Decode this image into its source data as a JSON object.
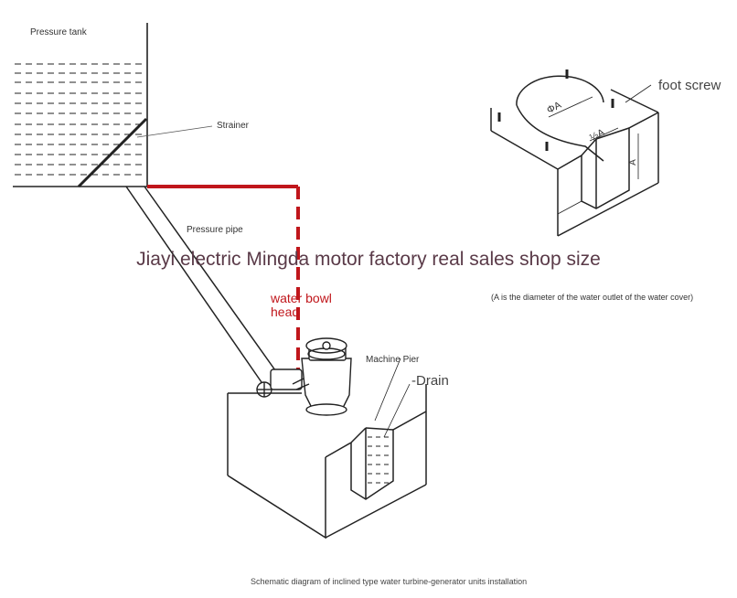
{
  "labels": {
    "pressure_tank": "Pressure tank",
    "strainer": "Strainer",
    "pressure_pipe": "Pressure pipe",
    "foot_screw": "foot screw",
    "water_bowl_head_line1": "water bowl",
    "water_bowl_head_line2": "head",
    "machine_pier": "Machine Pier",
    "drain": "-Drain",
    "dim_phiA": "ΦA",
    "dim_halfA": "½A",
    "dim_A": "A"
  },
  "banner": "Jiayi electric Mingda motor factory real sales shop size",
  "note": "(A is the diameter of the water outlet of the water cover)",
  "caption": "Schematic diagram of inclined type water turbine-generator units installation",
  "colors": {
    "accent_red": "#c0161b",
    "line": "#222222",
    "banner_text": "#5a3a48"
  }
}
